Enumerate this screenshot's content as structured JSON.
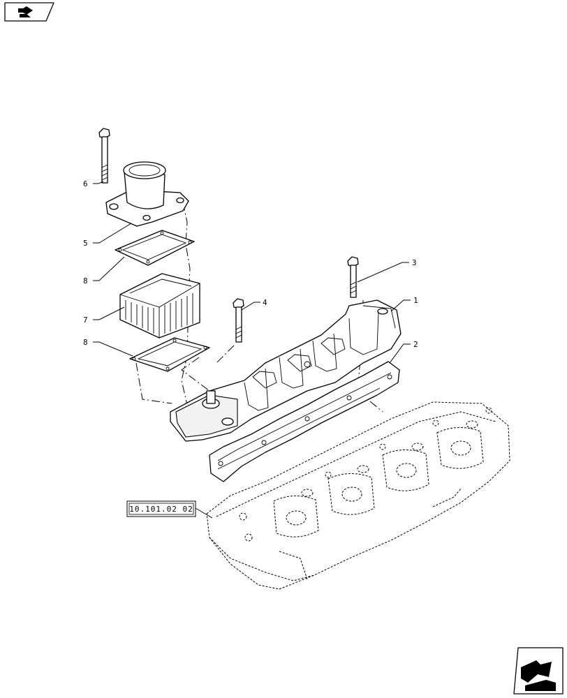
{
  "nav": {
    "prev_icon": "arrow-left-page-icon",
    "next_icon": "arrow-right-page-icon"
  },
  "callouts": {
    "c1": "1",
    "c2": "2",
    "c3": "3",
    "c4": "4",
    "c5": "5",
    "c6": "6",
    "c7": "7",
    "c8_upper": "8",
    "c8_lower": "8"
  },
  "reference_box": {
    "label": "10.101.02 02"
  }
}
